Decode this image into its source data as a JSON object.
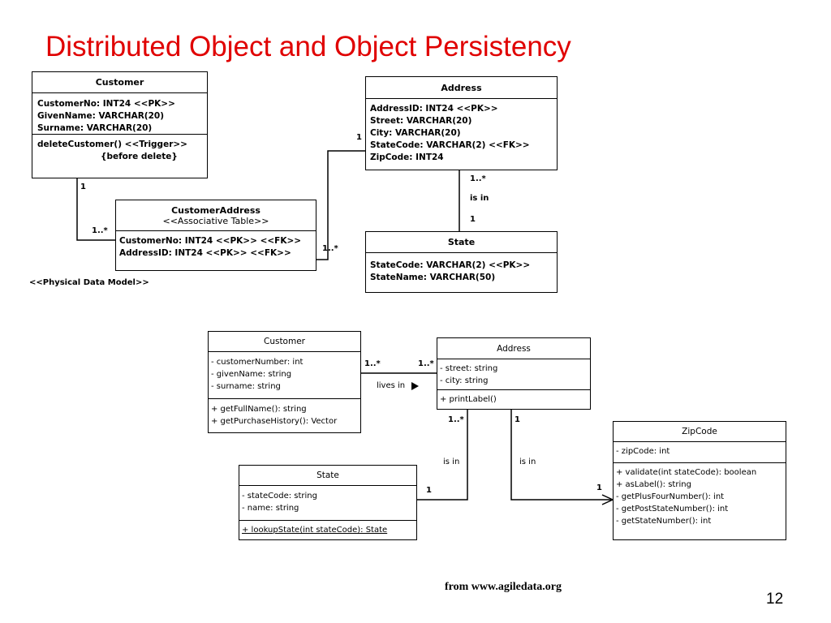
{
  "slide": {
    "title": "Distributed Object and Object Persistency",
    "source": "from   www.agiledata.org",
    "page_number": "12"
  },
  "physical_model": {
    "caption": "<<Physical Data Model>>",
    "customer": {
      "name": "Customer",
      "columns": [
        "CustomerNo: INT24 <<PK>>",
        "GivenName: VARCHAR(20)",
        "Surname: VARCHAR(20)"
      ],
      "trigger": "deleteCustomer() <<Trigger>>",
      "trigger_note": "{before delete}"
    },
    "customer_address": {
      "name": "CustomerAddress",
      "stereotype": "<<Associative Table>>",
      "columns": [
        "CustomerNo: INT24 <<PK>> <<FK>>",
        "AddressID: INT24 <<PK>> <<FK>>"
      ]
    },
    "address": {
      "name": "Address",
      "columns": [
        "AddressID: INT24 <<PK>>",
        "Street: VARCHAR(20)",
        "City: VARCHAR(20)",
        "StateCode: VARCHAR(2) <<FK>>",
        "ZipCode: INT24"
      ]
    },
    "state": {
      "name": "State",
      "columns": [
        "StateCode: VARCHAR(2) <<PK>>",
        "StateName: VARCHAR(50)"
      ]
    },
    "labels": {
      "customer_one": "1",
      "customer_many": "1..*",
      "address_one": "1",
      "address_many": "1..*",
      "address_state_many": "1..*",
      "address_state_name": "is in",
      "address_state_one": "1"
    }
  },
  "class_model": {
    "customer": {
      "name": "Customer",
      "attributes": [
        "- customerNumber: int",
        "- givenName: string",
        "- surname: string"
      ],
      "operations": [
        "+ getFullName(): string",
        "+ getPurchaseHistory(): Vector"
      ]
    },
    "address": {
      "name": "Address",
      "attributes": [
        "- street: string",
        "- city: string"
      ],
      "operations": [
        "+ printLabel()"
      ]
    },
    "state": {
      "name": "State",
      "attributes": [
        "- stateCode: string",
        "- name: string"
      ],
      "operations": [
        "+ lookupState(int stateCode): State"
      ]
    },
    "zipcode": {
      "name": "ZipCode",
      "attributes": [
        "- zipCode: int"
      ],
      "operations": [
        "+ validate(int stateCode): boolean",
        "+ asLabel(): string",
        "- getPlusFourNumber(): int",
        "- getPostStateNumber(): int",
        "- getStateNumber(): int"
      ]
    },
    "labels": {
      "lives_customer_mult": "1..*",
      "lives_address_mult": "1..*",
      "lives_in": "lives in",
      "state_addr_mult": "1..*",
      "state_is_in": "is in",
      "state_mult": "1",
      "zip_addr_mult": "1",
      "zip_is_in": "is in",
      "zip_mult": "1"
    }
  }
}
